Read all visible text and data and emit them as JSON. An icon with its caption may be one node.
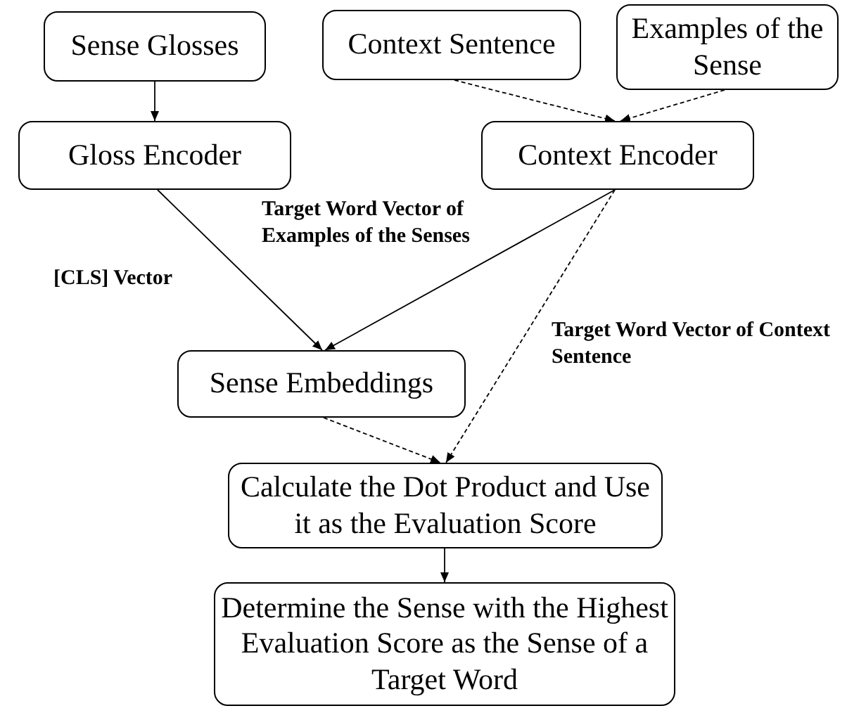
{
  "diagram": {
    "nodes": [
      {
        "text": [
          "Sense Glosses"
        ]
      },
      {
        "text": [
          "Context Sentence"
        ]
      },
      {
        "text": [
          "Examples of the Sense"
        ]
      },
      {
        "text": [
          "Gloss Encoder"
        ]
      },
      {
        "text": [
          "Context Encoder"
        ]
      },
      {
        "text": [
          "Sense Embeddings"
        ]
      },
      {
        "text": [
          "Calculate the Dot Product and Use it as the Evaluation Score"
        ]
      },
      {
        "text": [
          "Determine the Sense with the Highest Evaluation Score as the Sense of a Target Word"
        ]
      }
    ],
    "edges": [
      {
        "from": 0,
        "to": 3,
        "arrow": "to"
      },
      {
        "from": 1,
        "to": 4,
        "arrow": "to",
        "style": "dashed"
      },
      {
        "from": 2,
        "to": 4,
        "arrow": "to",
        "style": "dashed"
      },
      {
        "from": 3,
        "to": 5,
        "arrow": "to",
        "label": "[CLS] Vector"
      },
      {
        "from": 4,
        "to": 5,
        "arrow": "to",
        "label": "Target Word Vector of Examples of the Senses"
      },
      {
        "from": 4,
        "to": 6,
        "arrow": "to",
        "label": "Target Word Vector of Context Sentence",
        "style": "dashed"
      },
      {
        "from": 5,
        "to": 6,
        "arrow": "to",
        "style": "dashed"
      },
      {
        "from": 6,
        "to": 7,
        "arrow": "to"
      }
    ]
  }
}
